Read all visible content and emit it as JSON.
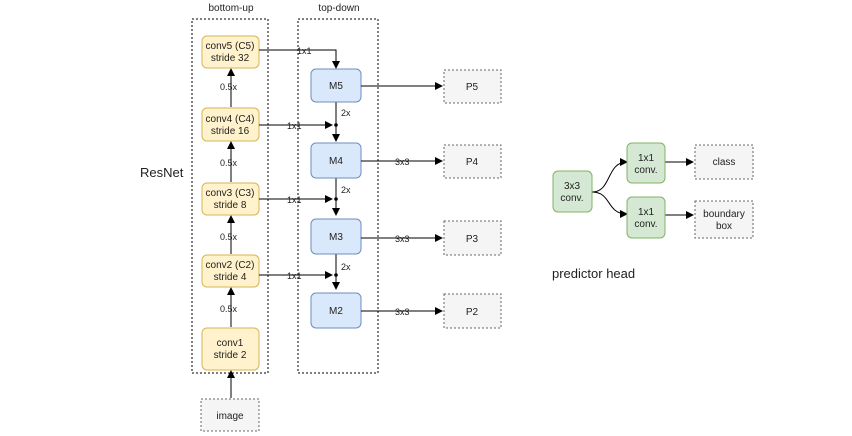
{
  "headers": {
    "bottom_up": "bottom-up",
    "top_down": "top-down"
  },
  "labels": {
    "resnet": "ResNet",
    "predictor_head": "predictor head"
  },
  "backbone": [
    {
      "line1": "conv5 (C5)",
      "line2": "stride 32"
    },
    {
      "line1": "conv4 (C4)",
      "line2": "stride 16"
    },
    {
      "line1": "conv3 (C3)",
      "line2": "stride 8"
    },
    {
      "line1": "conv2 (C2)",
      "line2": "stride 4"
    },
    {
      "line1": "conv1",
      "line2": "stride 2"
    }
  ],
  "image": "image",
  "topdown": [
    "M5",
    "M4",
    "M3",
    "M2"
  ],
  "outputs": [
    "P5",
    "P4",
    "P3",
    "P2"
  ],
  "edges": {
    "downsample": [
      "0.5x",
      "0.5x",
      "0.5x",
      "0.5x"
    ],
    "lateral": [
      "1x1",
      "1x1",
      "1x1",
      "1x1"
    ],
    "upsample": [
      "2x",
      "2x",
      "2x"
    ],
    "smooth": [
      "3x3",
      "3x3",
      "3x3"
    ]
  },
  "head": {
    "conv3": {
      "line1": "3x3",
      "line2": "conv."
    },
    "conv1a": {
      "line1": "1x1",
      "line2": "conv."
    },
    "conv1b": {
      "line1": "1x1",
      "line2": "conv."
    },
    "class": "class",
    "bbox": {
      "line1": "boundary",
      "line2": "box"
    }
  },
  "colors": {
    "yellow_fill": "#fff2cc",
    "yellow_stroke": "#d6b656",
    "blue_fill": "#dae8fc",
    "blue_stroke": "#6c8ebf",
    "green_fill": "#d5e8d4",
    "green_stroke": "#82b366",
    "gray_fill": "#f5f5f5",
    "gray_stroke": "#666666"
  }
}
